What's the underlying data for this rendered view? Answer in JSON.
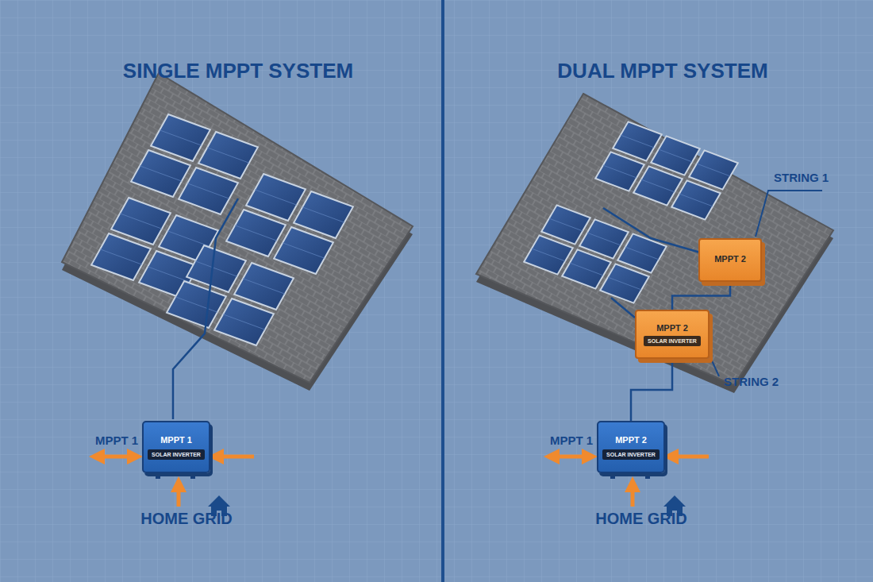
{
  "diagram": {
    "nodes": [
      {
        "text": [
          "MPPT 1",
          "SOLAR INVERTER"
        ]
      },
      {
        "text": [
          "MPPT 2"
        ]
      },
      {
        "text": [
          "MPPT 2",
          "SOLAR INVERTER"
        ]
      },
      {
        "text": [
          "MPPT 2",
          "SOLAR INVERTER"
        ]
      }
    ],
    "edges": [
      {
        "from": 1,
        "to": 2,
        "arrow": "none"
      },
      {
        "from": 2,
        "to": 3,
        "arrow": "none"
      }
    ],
    "labels": [
      "SINGLE MPPT SYSTEM",
      "DUAL MPPT SYSTEM",
      "MPPT 1",
      "HOME GRID",
      "STRING 1",
      "STRING 2",
      "MPPT 1",
      "HOME GRID"
    ]
  }
}
